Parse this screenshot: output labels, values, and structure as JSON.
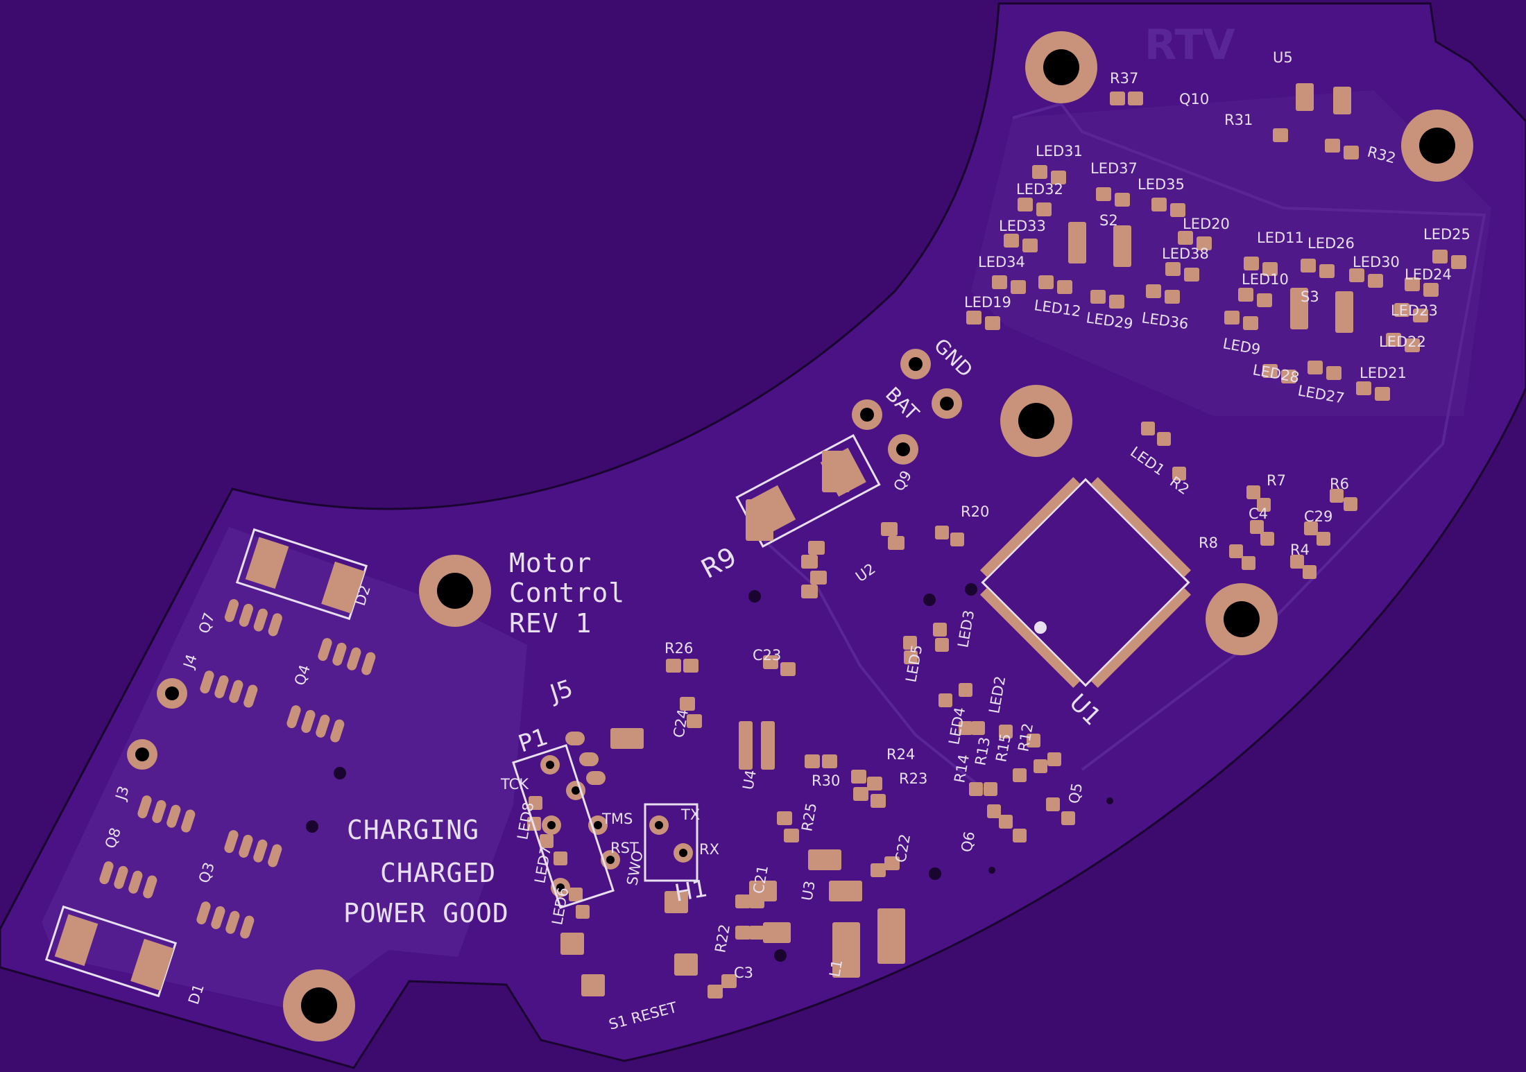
{
  "colors": {
    "background": "#3d0a6d",
    "board": "#4a1285",
    "copper_pour": "#5a2596",
    "pad": "#c9927a",
    "silkscreen": "#e8e0f0",
    "hole": "#000000"
  },
  "board_text": {
    "logo": "RTV",
    "title_line1": "Motor",
    "title_line2": "Control",
    "title_line3": "REV 1",
    "charging": "CHARGING",
    "charged": "CHARGED",
    "power_good": "POWER GOOD",
    "gnd": "GND",
    "bat": "BAT",
    "reset": "S1 RESET"
  },
  "designators": {
    "r37": "R37",
    "q10": "Q10",
    "u5": "U5",
    "r31": "R31",
    "r32": "R32",
    "led31": "LED31",
    "led32": "LED32",
    "led33": "LED33",
    "led34": "LED34",
    "led19": "LED19",
    "led37": "LED37",
    "led35": "LED35",
    "led20": "LED20",
    "led38": "LED38",
    "s2": "S2",
    "led12": "LED12",
    "led29": "LED29",
    "led36": "LED36",
    "led11": "LED11",
    "led26": "LED26",
    "led30": "LED30",
    "led25": "LED25",
    "led24": "LED24",
    "led10": "LED10",
    "s3": "S3",
    "led23": "LED23",
    "led9": "LED9",
    "led22": "LED22",
    "led28": "LED28",
    "led27": "LED27",
    "led21": "LED21",
    "led1": "LED1",
    "r2": "R2",
    "q9": "Q9",
    "r20": "R20",
    "r9": "R9",
    "u2": "U2",
    "r7": "R7",
    "r6": "R6",
    "c4": "C4",
    "c29": "C29",
    "r8": "R8",
    "r4": "R4",
    "u1": "U1",
    "led3": "LED3",
    "led5": "LED5",
    "led4": "LED4",
    "led2": "LED2",
    "r14": "R14",
    "r13": "R13",
    "r15": "R15",
    "r12": "R12",
    "q6": "Q6",
    "q5": "Q5",
    "d2": "D2",
    "q7": "Q7",
    "j4": "J4",
    "q4": "Q4",
    "j3": "J3",
    "q8": "Q8",
    "q3": "Q3",
    "d1": "D1",
    "r26": "R26",
    "c23": "C23",
    "j5": "J5",
    "p1": "P1",
    "c24": "C24",
    "u4": "U4",
    "r30": "R30",
    "r24": "R24",
    "r23": "R23",
    "r25": "R25",
    "tck": "TCK",
    "tms": "TMS",
    "rst": "RST",
    "swo": "SWO",
    "tx": "TX",
    "rx": "RX",
    "h1": "H1",
    "led8": "LED8",
    "led7": "LED7",
    "led6": "LED6",
    "c21": "C21",
    "u3": "U3",
    "c22": "C22",
    "r22": "R22",
    "c3": "C3",
    "l1": "L1"
  }
}
